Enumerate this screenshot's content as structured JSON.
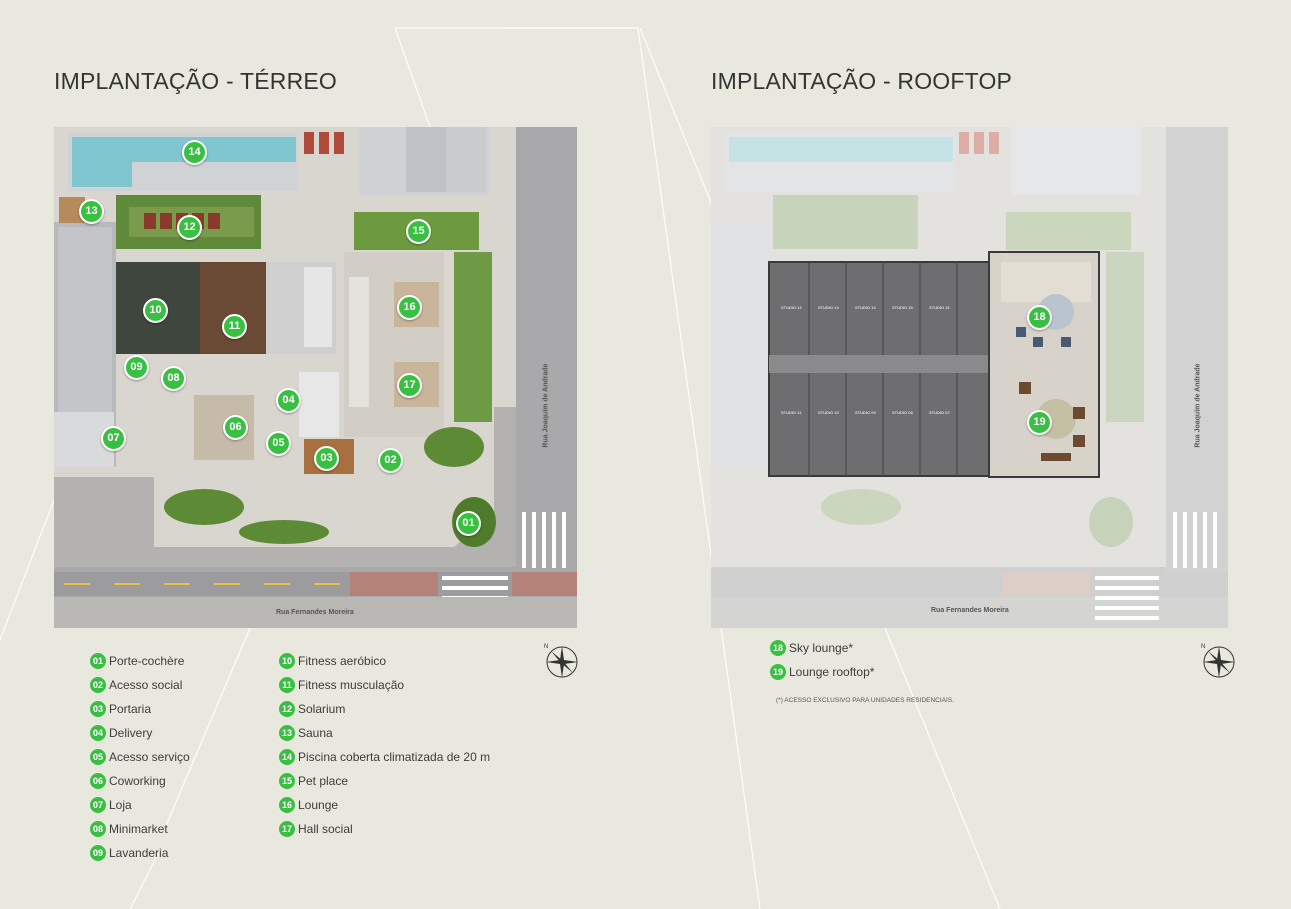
{
  "titles": {
    "terreo": "IMPLANTAÇÃO - TÉRREO",
    "rooftop": "IMPLANTAÇÃO - ROOFTOP"
  },
  "streets": {
    "bottom": "Rua Fernandes Moreira",
    "side": "Rua Joaquim de Andrade"
  },
  "terreo_legend_col1": [
    {
      "num": "01",
      "label": "Porte-cochère"
    },
    {
      "num": "02",
      "label": "Acesso social"
    },
    {
      "num": "03",
      "label": "Portaria"
    },
    {
      "num": "04",
      "label": "Delivery"
    },
    {
      "num": "05",
      "label": "Acesso serviço"
    },
    {
      "num": "06",
      "label": "Coworking"
    },
    {
      "num": "07",
      "label": "Loja"
    },
    {
      "num": "08",
      "label": "Minimarket"
    },
    {
      "num": "09",
      "label": "Lavanderia"
    }
  ],
  "terreo_legend_col2": [
    {
      "num": "10",
      "label": "Fitness aeróbico"
    },
    {
      "num": "11",
      "label": "Fitness musculação"
    },
    {
      "num": "12",
      "label": "Solarium"
    },
    {
      "num": "13",
      "label": "Sauna"
    },
    {
      "num": "14",
      "label": "Piscina coberta climatizada de 20 m"
    },
    {
      "num": "15",
      "label": "Pet place"
    },
    {
      "num": "16",
      "label": "Lounge"
    },
    {
      "num": "17",
      "label": "Hall social"
    }
  ],
  "rooftop_legend": [
    {
      "num": "18",
      "label": "Sky lounge*"
    },
    {
      "num": "19",
      "label": "Lounge rooftop*"
    }
  ],
  "footnote": "(*) ACESSO EXCLUSIVO PARA UNIDADES RESIDENCIAIS.",
  "compass_label": "N",
  "terreo_markers": [
    "01",
    "02",
    "03",
    "04",
    "05",
    "06",
    "07",
    "08",
    "09",
    "10",
    "11",
    "12",
    "13",
    "14",
    "15",
    "16",
    "17"
  ],
  "rooftop_markers": [
    "18",
    "19"
  ],
  "studio_labels": [
    "STUDIO 12",
    "STUDIO 13",
    "STUDIO 14",
    "STUDIO 15",
    "STUDIO 16",
    "STUDIO 11",
    "STUDIO 10",
    "STUDIO 09",
    "STUDIO 08",
    "STUDIO 07"
  ],
  "colors": {
    "background": "#e9e8de",
    "marker_green": "#39c043",
    "text": "#3c3c3c",
    "building_grey": "#6e6e70"
  }
}
